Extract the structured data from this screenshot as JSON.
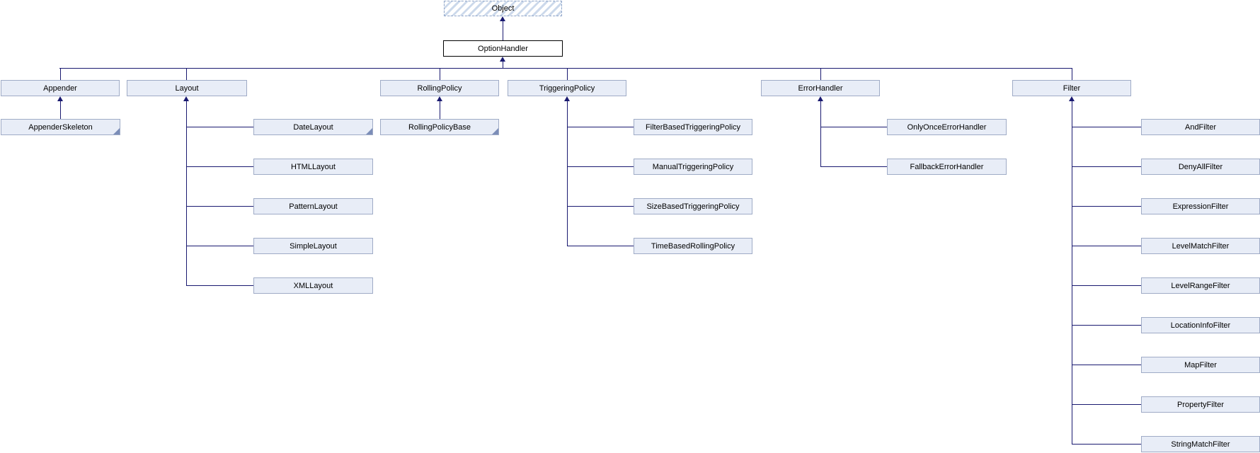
{
  "colors": {
    "node_fill": "#e8edf7",
    "node_border": "#9fabc6",
    "current_node_fill": "#ffffff",
    "current_node_border": "#000000",
    "external_node_hatch": "#ccd9eb",
    "external_node_border": "#8ea4c8",
    "edge_line": "#191970",
    "fold_corner": "#7b8db8"
  },
  "diagram": {
    "kind": "class-inheritance-graph",
    "nodes": {
      "object": {
        "label": "Object",
        "truncated": false
      },
      "optionhandler": {
        "label": "OptionHandler",
        "truncated": false
      },
      "appender": {
        "label": "Appender",
        "truncated": false
      },
      "appenderskeleton": {
        "label": "AppenderSkeleton",
        "truncated": true
      },
      "layout": {
        "label": "Layout",
        "truncated": false
      },
      "datelayout": {
        "label": "DateLayout",
        "truncated": true
      },
      "htmllayout": {
        "label": "HTMLLayout",
        "truncated": false
      },
      "patternlayout": {
        "label": "PatternLayout",
        "truncated": false
      },
      "simplelayout": {
        "label": "SimpleLayout",
        "truncated": false
      },
      "xmllayout": {
        "label": "XMLLayout",
        "truncated": false
      },
      "rollingpolicy": {
        "label": "RollingPolicy",
        "truncated": false
      },
      "rollingpolicybase": {
        "label": "RollingPolicyBase",
        "truncated": true
      },
      "triggeringpolicy": {
        "label": "TriggeringPolicy",
        "truncated": false
      },
      "filterbasedtriggeringpolicy": {
        "label": "FilterBasedTriggeringPolicy",
        "truncated": false
      },
      "manualtriggeringpolicy": {
        "label": "ManualTriggeringPolicy",
        "truncated": false
      },
      "sizebasedtriggeringpolicy": {
        "label": "SizeBasedTriggeringPolicy",
        "truncated": false
      },
      "timebasedrollingpolicy": {
        "label": "TimeBasedRollingPolicy",
        "truncated": false
      },
      "errorhandler": {
        "label": "ErrorHandler",
        "truncated": false
      },
      "onlyonceerrorhandler": {
        "label": "OnlyOnceErrorHandler",
        "truncated": false
      },
      "fallbackerrorhandler": {
        "label": "FallbackErrorHandler",
        "truncated": false
      },
      "filter": {
        "label": "Filter",
        "truncated": false
      },
      "andfilter": {
        "label": "AndFilter",
        "truncated": false
      },
      "denyallfilter": {
        "label": "DenyAllFilter",
        "truncated": false
      },
      "expressionfilter": {
        "label": "ExpressionFilter",
        "truncated": false
      },
      "levelmatchfilter": {
        "label": "LevelMatchFilter",
        "truncated": false
      },
      "levelrangefilter": {
        "label": "LevelRangeFilter",
        "truncated": false
      },
      "locationinfofilter": {
        "label": "LocationInfoFilter",
        "truncated": false
      },
      "mapfilter": {
        "label": "MapFilter",
        "truncated": false
      },
      "propertyfilter": {
        "label": "PropertyFilter",
        "truncated": false
      },
      "stringmatchfilter": {
        "label": "StringMatchFilter",
        "truncated": false
      }
    },
    "hierarchy": {
      "Object": {
        "OptionHandler": {
          "Appender": [
            "AppenderSkeleton"
          ],
          "Layout": [
            "DateLayout",
            "HTMLLayout",
            "PatternLayout",
            "SimpleLayout",
            "XMLLayout"
          ],
          "RollingPolicy": [
            "RollingPolicyBase"
          ],
          "TriggeringPolicy": [
            "FilterBasedTriggeringPolicy",
            "ManualTriggeringPolicy",
            "SizeBasedTriggeringPolicy",
            "TimeBasedRollingPolicy"
          ],
          "ErrorHandler": [
            "OnlyOnceErrorHandler",
            "FallbackErrorHandler"
          ],
          "Filter": [
            "AndFilter",
            "DenyAllFilter",
            "ExpressionFilter",
            "LevelMatchFilter",
            "LevelRangeFilter",
            "LocationInfoFilter",
            "MapFilter",
            "PropertyFilter",
            "StringMatchFilter"
          ]
        }
      }
    }
  }
}
